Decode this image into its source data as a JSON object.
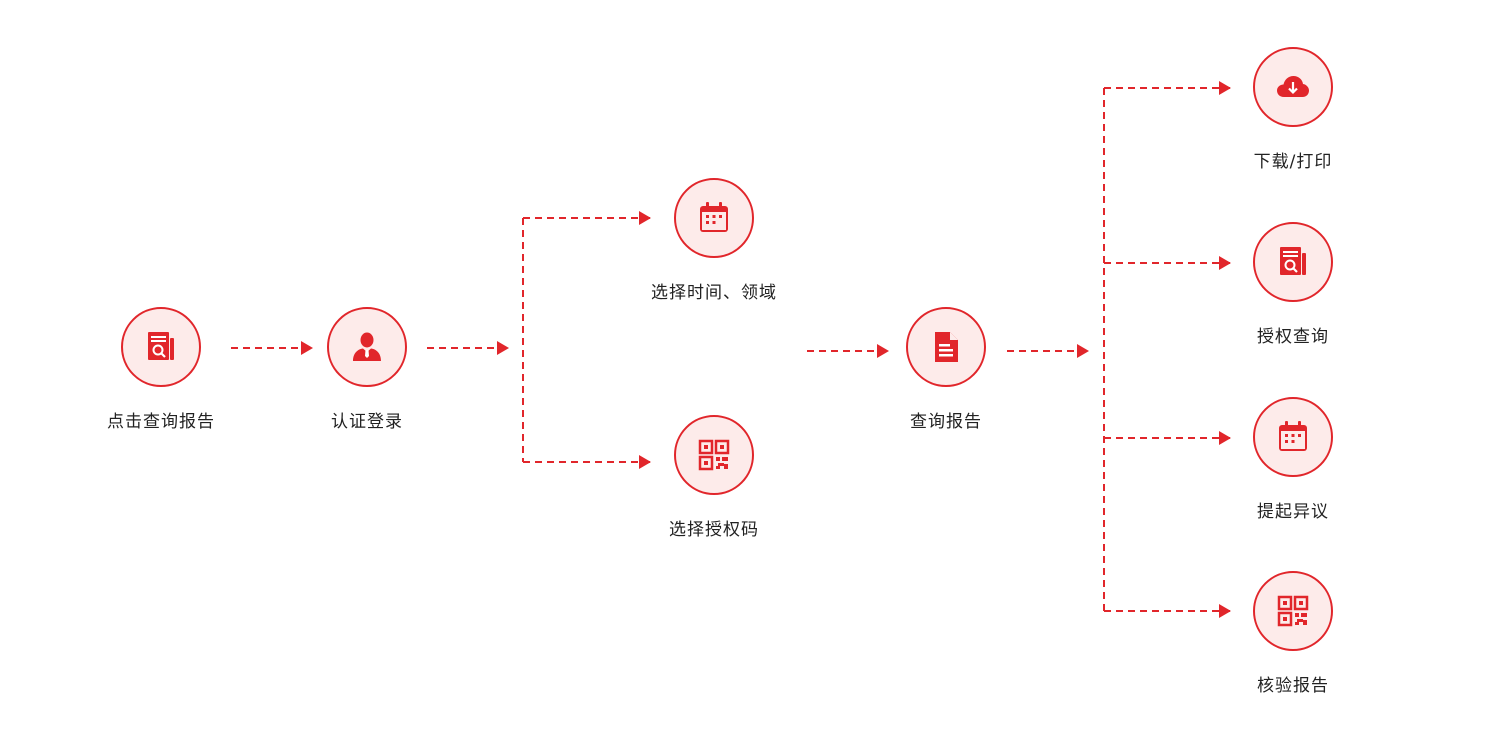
{
  "accent_color": "#e1262b",
  "circle_fill": "#fdebea",
  "steps": [
    {
      "label": "点击查询报告",
      "icon": "report-search-icon"
    },
    {
      "label": "认证登录",
      "icon": "user-icon"
    },
    {
      "label": "选择时间、领域",
      "icon": "calendar-icon"
    },
    {
      "label": "选择授权码",
      "icon": "qr-code-icon"
    },
    {
      "label": "查询报告",
      "icon": "document-icon"
    },
    {
      "label": "下载/打印",
      "icon": "cloud-download-icon"
    },
    {
      "label": "授权查询",
      "icon": "report-search-icon"
    },
    {
      "label": "提起异议",
      "icon": "calendar-icon"
    },
    {
      "label": "核验报告",
      "icon": "qr-code-icon"
    }
  ]
}
